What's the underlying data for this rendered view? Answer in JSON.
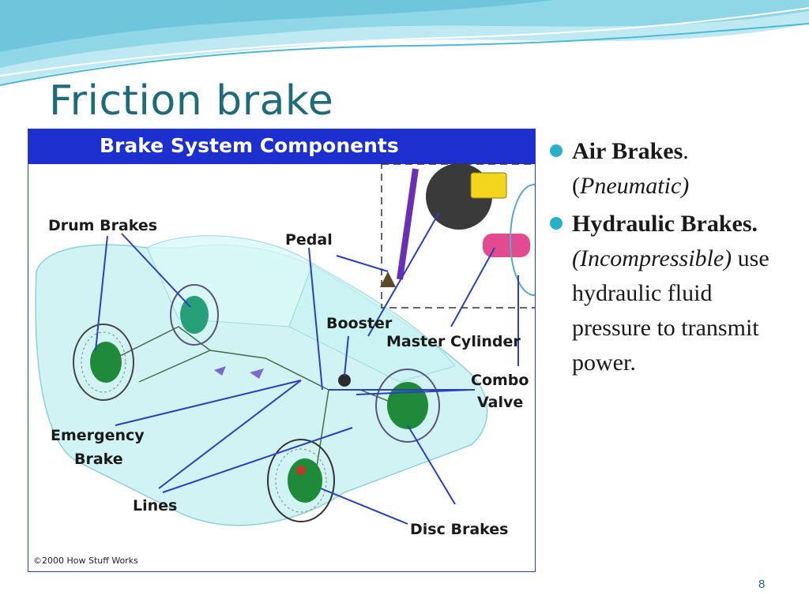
{
  "slide": {
    "title": "Friction brake",
    "page_number": "8"
  },
  "diagram": {
    "header": "Brake System Components",
    "labels": {
      "drum_brakes": "Drum Brakes",
      "pedal": "Pedal",
      "booster": "Booster",
      "master_cylinder": "Master Cylinder",
      "combo_valve_1": "Combo",
      "combo_valve_2": "Valve",
      "emergency_1": "Emergency",
      "emergency_2": "Brake",
      "lines": "Lines",
      "disc_brakes": "Disc Brakes"
    },
    "copyright": "©2000 How Stuff Works"
  },
  "bullets": [
    {
      "bold": "Air Brakes",
      "after_bold": ".",
      "italic_open": "(",
      "italic": "Pneumatic)",
      "rest": ""
    },
    {
      "bold": "Hydraulic Brakes.",
      "after_bold": "",
      "italic_open": "",
      "italic": "(Incompressible)",
      "rest": "use hydraulic fluid pressure to transmit power."
    }
  ],
  "colors": {
    "title": "#1f6b7a",
    "bullet_dot": "#29b0c9",
    "diagram_header": "#1e2fd0",
    "pointer_lines": "#2b3fbf"
  }
}
